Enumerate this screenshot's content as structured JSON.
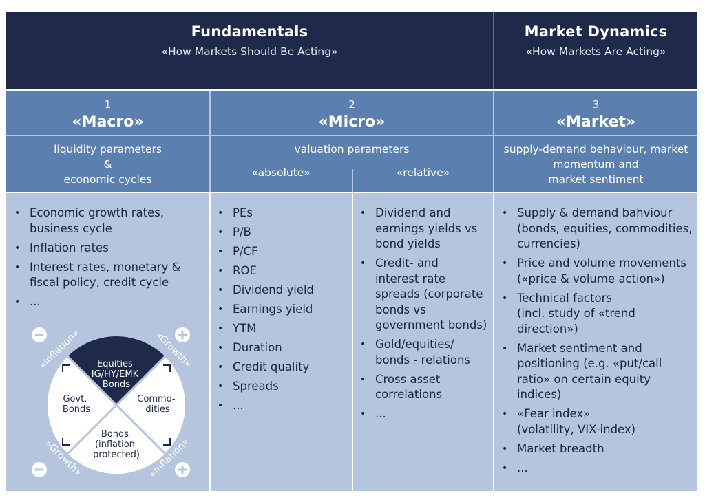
{
  "header": {
    "fundamentals": {
      "title": "Fundamentals",
      "subtitle": "«How Markets Should Be Acting»"
    },
    "dynamics": {
      "title": "Market Dynamics",
      "subtitle": "«How Markets Are Acting»"
    }
  },
  "columns": [
    {
      "number": "1",
      "title": "«Macro»",
      "params": [
        "liquidity parameters",
        "&",
        "economic cycles"
      ]
    },
    {
      "number": "2",
      "title": "«Micro»",
      "params": [
        "valuation parameters"
      ],
      "subheads": [
        "«absolute»",
        "«relative»"
      ]
    },
    {
      "number": "3",
      "title": "«Market»",
      "params": [
        "supply-demand behaviour, market",
        "momentum and",
        "market sentiment"
      ]
    }
  ],
  "lists": {
    "macro": [
      [
        "Economic growth rates,",
        "business cycle"
      ],
      [
        "Inflation rates"
      ],
      [
        "Interest rates, monetary &",
        "fiscal policy, credit cycle"
      ],
      [
        "..."
      ]
    ],
    "absolute": [
      [
        "PEs"
      ],
      [
        "P/B"
      ],
      [
        "P/CF"
      ],
      [
        "ROE"
      ],
      [
        "Dividend yield"
      ],
      [
        "Earnings yield"
      ],
      [
        "YTM"
      ],
      [
        "Duration"
      ],
      [
        "Credit quality"
      ],
      [
        "Spreads"
      ],
      [
        "..."
      ]
    ],
    "relative": [
      [
        "Dividend and",
        "earnings yields vs",
        "bond yields"
      ],
      [
        "Credit- and",
        "interest rate",
        "spreads (corporate",
        "bonds vs",
        "government bonds)"
      ],
      [
        "Gold/equities/",
        "bonds - relations"
      ],
      [
        "Cross asset",
        "correlations"
      ],
      [
        "..."
      ]
    ],
    "market": [
      [
        "Supply & demand bahviour",
        "(bonds, equities, commodities,",
        "currencies)"
      ],
      [
        "Price and volume movements",
        "(«price & volume action»)"
      ],
      [
        "Technical factors",
        "(incl. study of «trend",
        "direction»)"
      ],
      [
        "Market sentiment and",
        "positioning (e.g. «put/call",
        "ratio» on certain equity",
        "indices)"
      ],
      [
        "«Fear index»",
        "(volatility, VIX-index)"
      ],
      [
        "Market breadth"
      ],
      [
        "..."
      ]
    ]
  },
  "wheel": {
    "quadrants": {
      "top": [
        "Equities",
        "IG/HY/EMK",
        "Bonds"
      ],
      "left": [
        "Govt.",
        "Bonds"
      ],
      "right": [
        "Commo-",
        "dities"
      ],
      "bottom": [
        "Bonds",
        "(inflation",
        "protected)"
      ]
    },
    "labels": {
      "top_left": "«Inflation»",
      "top_right": "«Growth»",
      "bottom_left": "«Growth»",
      "bottom_right": "«Inflation»"
    },
    "signs": {
      "top_left": "−",
      "top_right": "+",
      "bottom_left": "−",
      "bottom_right": "+"
    }
  },
  "colors": {
    "navy": "#1f2a4a",
    "mid_blue": "#5b80b0",
    "light_blue": "#b6c5de"
  }
}
